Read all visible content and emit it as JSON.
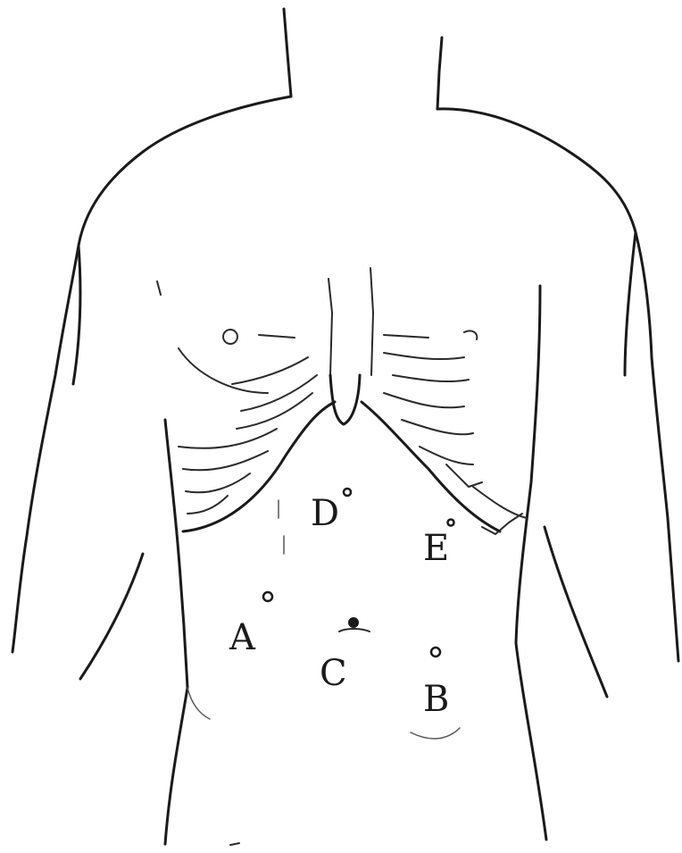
{
  "figure": {
    "labels": {
      "A": "A",
      "B": "B",
      "C": "C",
      "D": "D",
      "E": "E"
    },
    "colors": {
      "line": "#1a1a1a",
      "background": "#ffffff"
    }
  }
}
